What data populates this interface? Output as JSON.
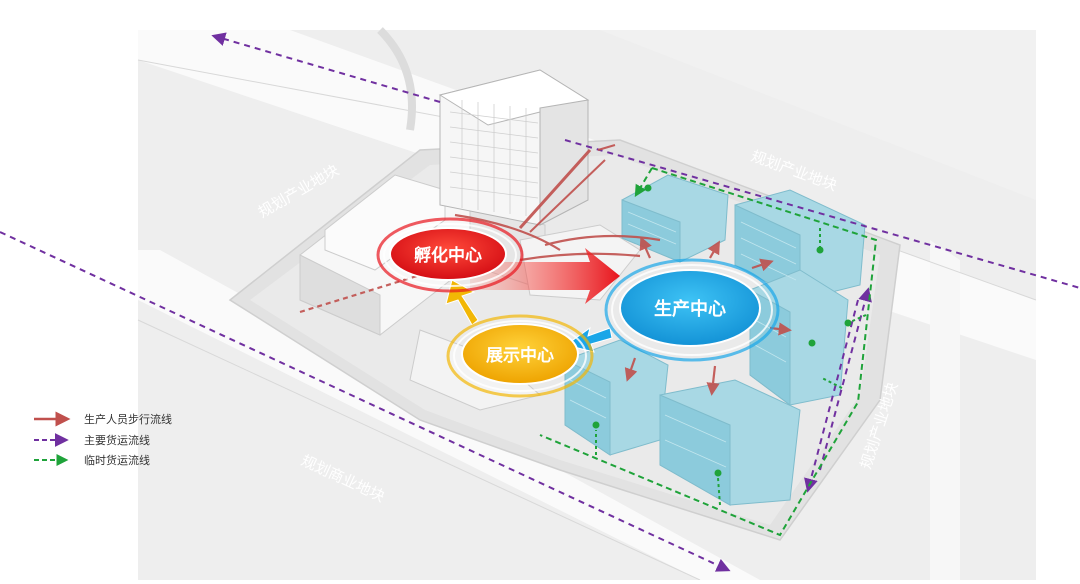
{
  "hubs": {
    "incubation": "孵化中心",
    "production": "生产中心",
    "exhibition": "展示中心"
  },
  "site_labels": {
    "top_right": "规划产业地块",
    "top_left": "规划产业地块",
    "bottom_left": "规划商业地块",
    "right": "规划产业地块"
  },
  "legend": {
    "items": [
      {
        "label": "生产人员步行流线",
        "color": "#c0504d",
        "style": "solid"
      },
      {
        "label": "主要货运流线",
        "color": "#7030a0",
        "style": "dashed"
      },
      {
        "label": "临时货运流线",
        "color": "#1fa33a",
        "style": "dashed"
      }
    ]
  },
  "colors": {
    "incubation": "#e8141c",
    "production": "#1aa6e8",
    "exhibition": "#f2b705",
    "walk_flow": "#c0504d",
    "main_freight": "#7030a0",
    "temp_freight": "#1fa33a",
    "building_glass": "#9fd3e0"
  }
}
